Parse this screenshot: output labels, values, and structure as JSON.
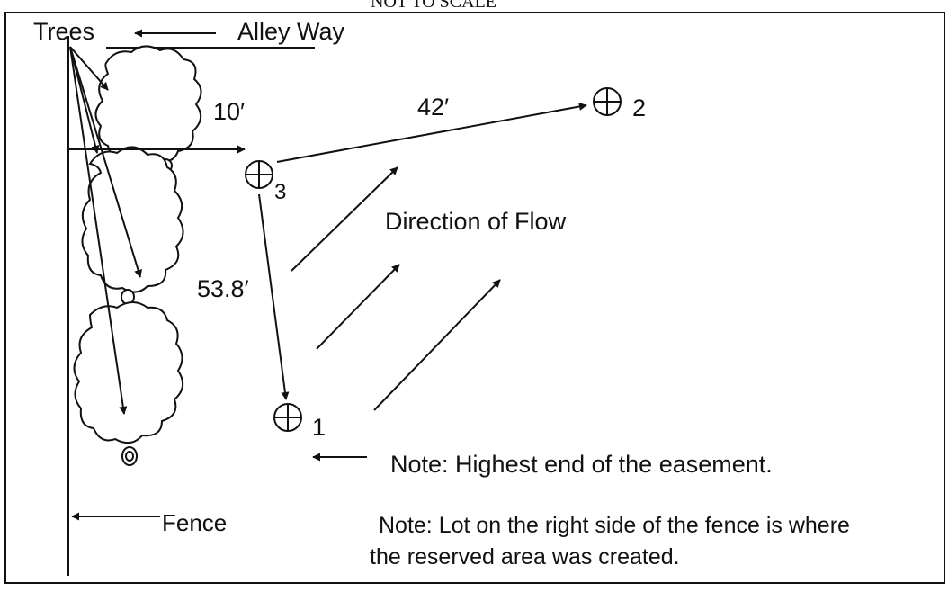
{
  "header": {
    "scale_note": "NOT TO SCALE"
  },
  "labels": {
    "trees": "Trees",
    "alley_way": "Alley Way",
    "fence": "Fence",
    "direction_of_flow": "Direction of Flow",
    "note_highest_end": "Note: Highest end of the easement.",
    "note_lot_line1": "Note: Lot on the right side of the fence is where",
    "note_lot_line2": "the  reserved area was created."
  },
  "distances": {
    "tree_to_point3": "10′",
    "point3_to_point2": "42′",
    "point3_to_point1": "53.8′"
  },
  "points": [
    {
      "id": "1",
      "label": "1",
      "symbol": "⊕"
    },
    {
      "id": "2",
      "label": "2",
      "symbol": "⊕"
    },
    {
      "id": "3",
      "label": "3",
      "symbol": "⊕"
    }
  ],
  "colors": {
    "ink": "#111111",
    "background": "#ffffff"
  }
}
